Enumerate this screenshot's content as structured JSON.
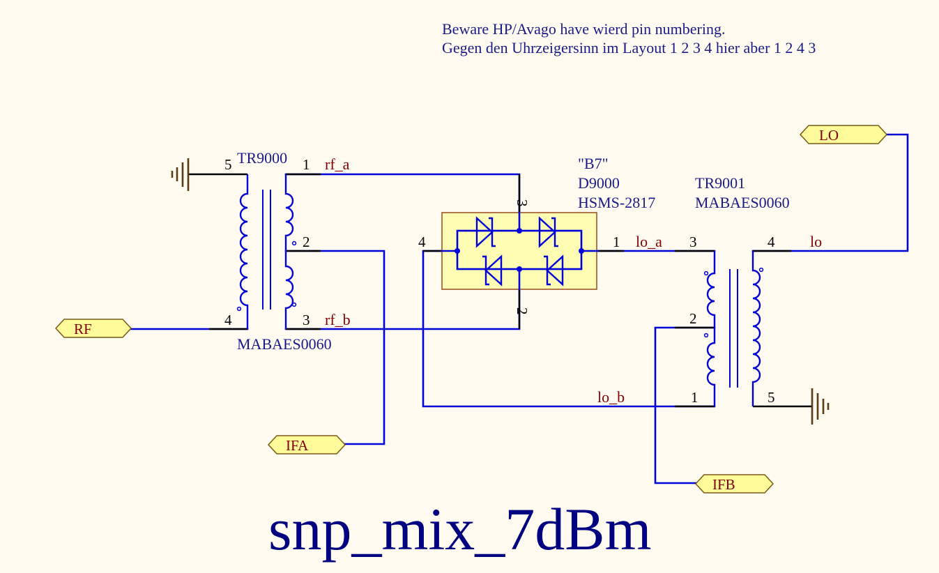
{
  "notes": {
    "line1": "Beware HP/Avago have wierd pin numbering.",
    "line2": "Gegen den Uhrzeigersinn im Layout 1 2 3 4  hier aber 1 2 4 3"
  },
  "title": "snp_mix_7dBm",
  "components": {
    "tr9000": {
      "designator": "TR9000",
      "part": "MABAES0060",
      "pins": [
        "5",
        "1",
        "2",
        "4",
        "3"
      ]
    },
    "d9000": {
      "value": "\"B7\"",
      "designator": "D9000",
      "part": "HSMS-2817",
      "pins": [
        "3",
        "4",
        "1",
        "2"
      ]
    },
    "tr9001": {
      "designator": "TR9001",
      "part": "MABAES0060",
      "pins": [
        "3",
        "4",
        "2",
        "1",
        "5"
      ]
    }
  },
  "nets": [
    "rf_a",
    "rf_b",
    "lo_a",
    "lo_b",
    "lo"
  ],
  "ports": [
    "LO",
    "RF",
    "IFA",
    "IFB"
  ],
  "colors": {
    "wire": "#0000d8",
    "background": "#fffbf1",
    "port_fill": "#fffa9a",
    "net_label": "#840000"
  }
}
